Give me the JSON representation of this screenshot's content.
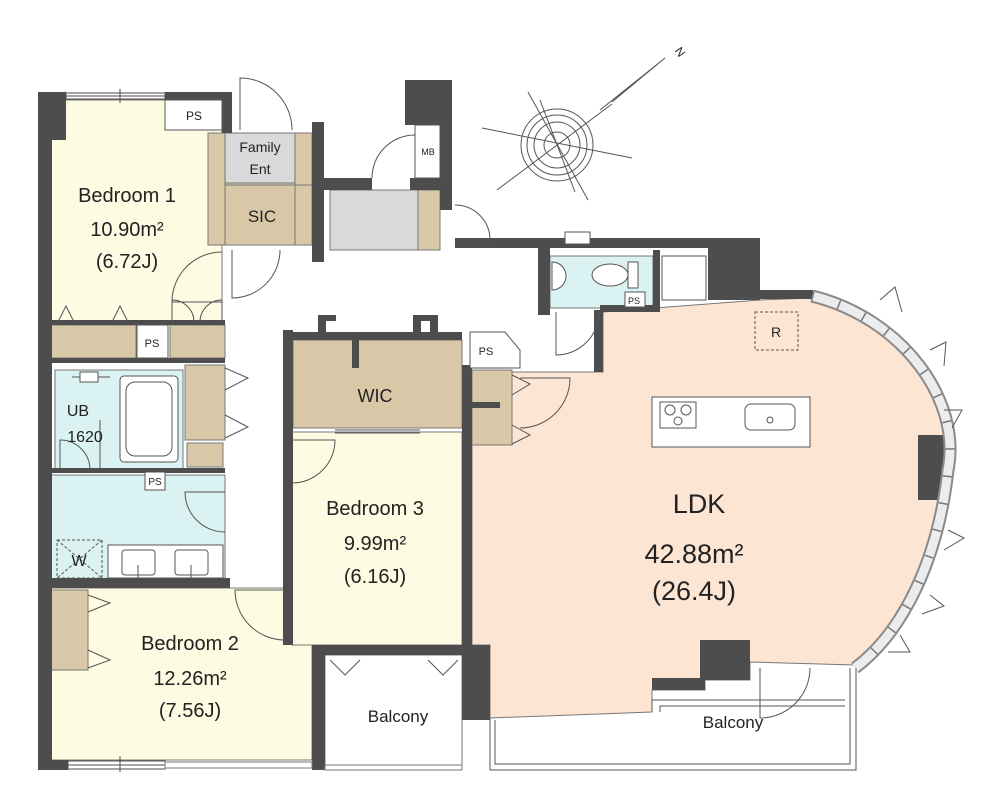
{
  "compass": {
    "north_label": "N"
  },
  "rooms": {
    "bedroom1": {
      "name": "Bedroom 1",
      "area": "10.90m²",
      "jo": "(6.72J)"
    },
    "bedroom2": {
      "name": "Bedroom 2",
      "area": "12.26m²",
      "jo": "(7.56J)"
    },
    "bedroom3": {
      "name": "Bedroom 3",
      "area": "9.99m²",
      "jo": "(6.16J)"
    },
    "ldk": {
      "name": "LDK",
      "area": "42.88m²",
      "jo": "(26.4J)"
    }
  },
  "labels": {
    "ps": "PS",
    "family_ent_line1": "Family",
    "family_ent_line2": "Ent",
    "sic": "SIC",
    "mb": "MB",
    "ub": "UB",
    "ub_size": "1620",
    "washer": "W",
    "wic": "WIC",
    "refrigerator_r": "R",
    "balcony_left": "Balcony",
    "balcony_right": "Balcony"
  },
  "colors": {
    "wall": "#4d4d4d",
    "bedroom": "#fdfbe1",
    "ldk": "#fde5d4",
    "storage": "#d8c8a7",
    "wet_area": "#daf2f2",
    "entrance": "#d9d9d9",
    "white": "#ffffff"
  }
}
